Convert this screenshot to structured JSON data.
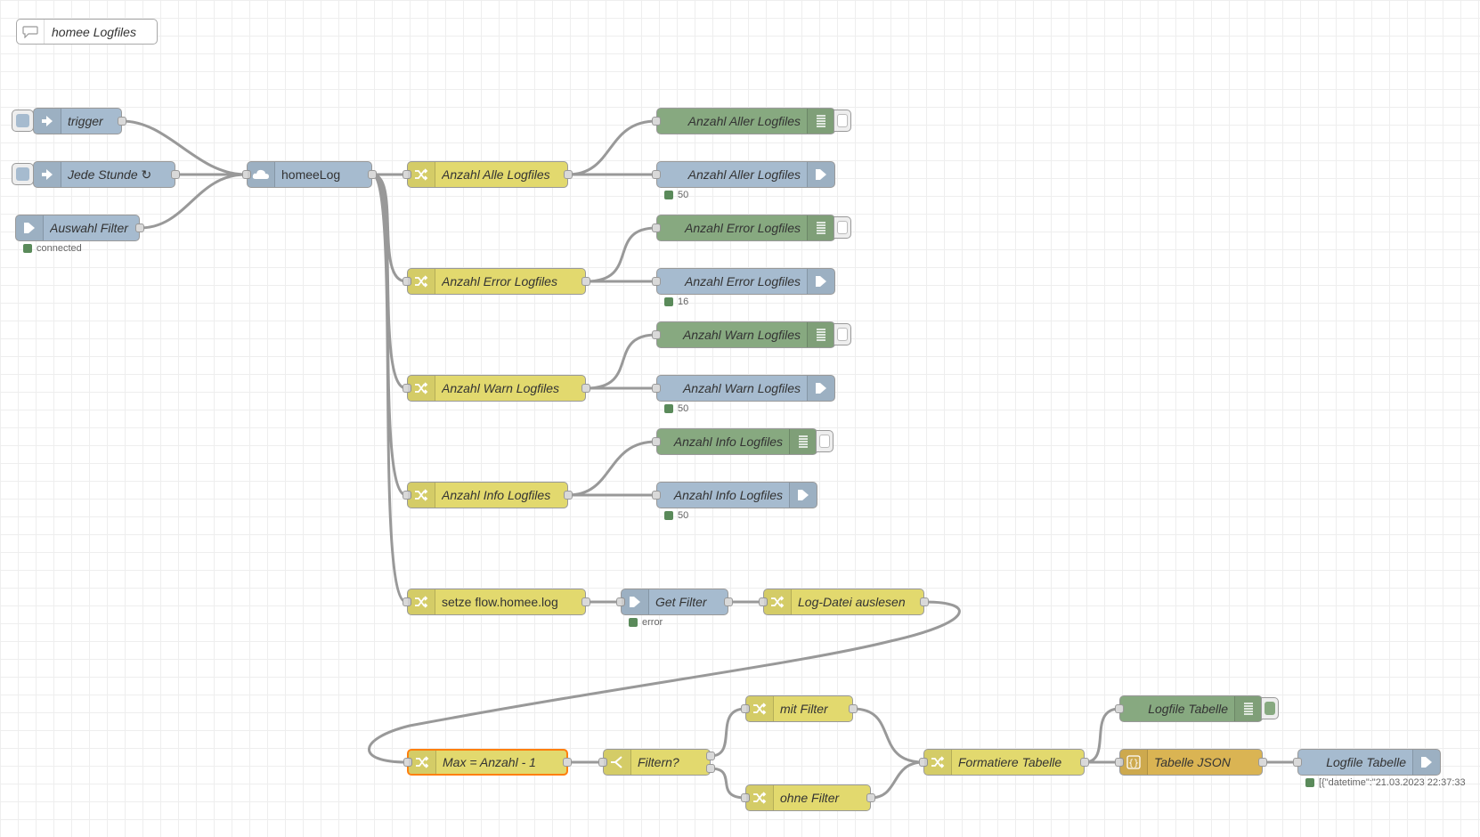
{
  "flow": {
    "comment": "homee Logfiles"
  },
  "nodes": {
    "trigger": "trigger",
    "jede_stunde": "Jede Stunde ↻",
    "auswahl_filter": "Auswahl Filter",
    "homeelog": "homeeLog",
    "anzahl_alle": "Anzahl Alle Logfiles",
    "anzahl_error": "Anzahl Error Logfiles",
    "anzahl_warn": "Anzahl Warn Logfiles",
    "anzahl_info": "Anzahl Info Logfiles",
    "debug_aller": "Anzahl Aller Logfiles",
    "out_aller": "Anzahl Aller Logfiles",
    "debug_error": "Anzahl Error Logfiles",
    "out_error": "Anzahl Error Logfiles",
    "debug_warn": "Anzahl Warn Logfiles",
    "out_warn": "Anzahl Warn Logfiles",
    "debug_info": "Anzahl Info Logfiles",
    "out_info": "Anzahl Info Logfiles",
    "setze": "setze flow.homee.log",
    "get_filter": "Get Filter",
    "log_datei": "Log-Datei auslesen",
    "max_anzahl": "Max = Anzahl - 1",
    "filtern": "Filtern?",
    "mit_filter": "mit Filter",
    "ohne_filter": "ohne Filter",
    "formatiere": "Formatiere Tabelle",
    "debug_tabelle": "Logfile Tabelle",
    "tabelle_json": "Tabelle JSON",
    "out_tabelle": "Logfile Tabelle"
  },
  "status": {
    "auswahl_filter": "connected",
    "out_aller": "50",
    "out_error": "16",
    "out_warn": "50",
    "out_info": "50",
    "get_filter": "error",
    "out_tabelle": "[{\"datetime\":\"21.03.2023 22:37:33"
  },
  "icons": {
    "comment": "speech-bubble-icon",
    "inject": "arrow-in-icon",
    "link": "arrow-out-icon",
    "change": "shuffle-icon",
    "debug": "list-icon",
    "template": "braces-icon",
    "switch": "switch-fork-icon",
    "function": "cloud-icon"
  },
  "colors": {
    "change": "#e2d96e",
    "inject": "#a6bbcf",
    "debug": "#87a980",
    "template": "#dab453",
    "status_ok": "#5a8a5a",
    "selected_border": "#ff7f0e",
    "wire": "#999999"
  }
}
